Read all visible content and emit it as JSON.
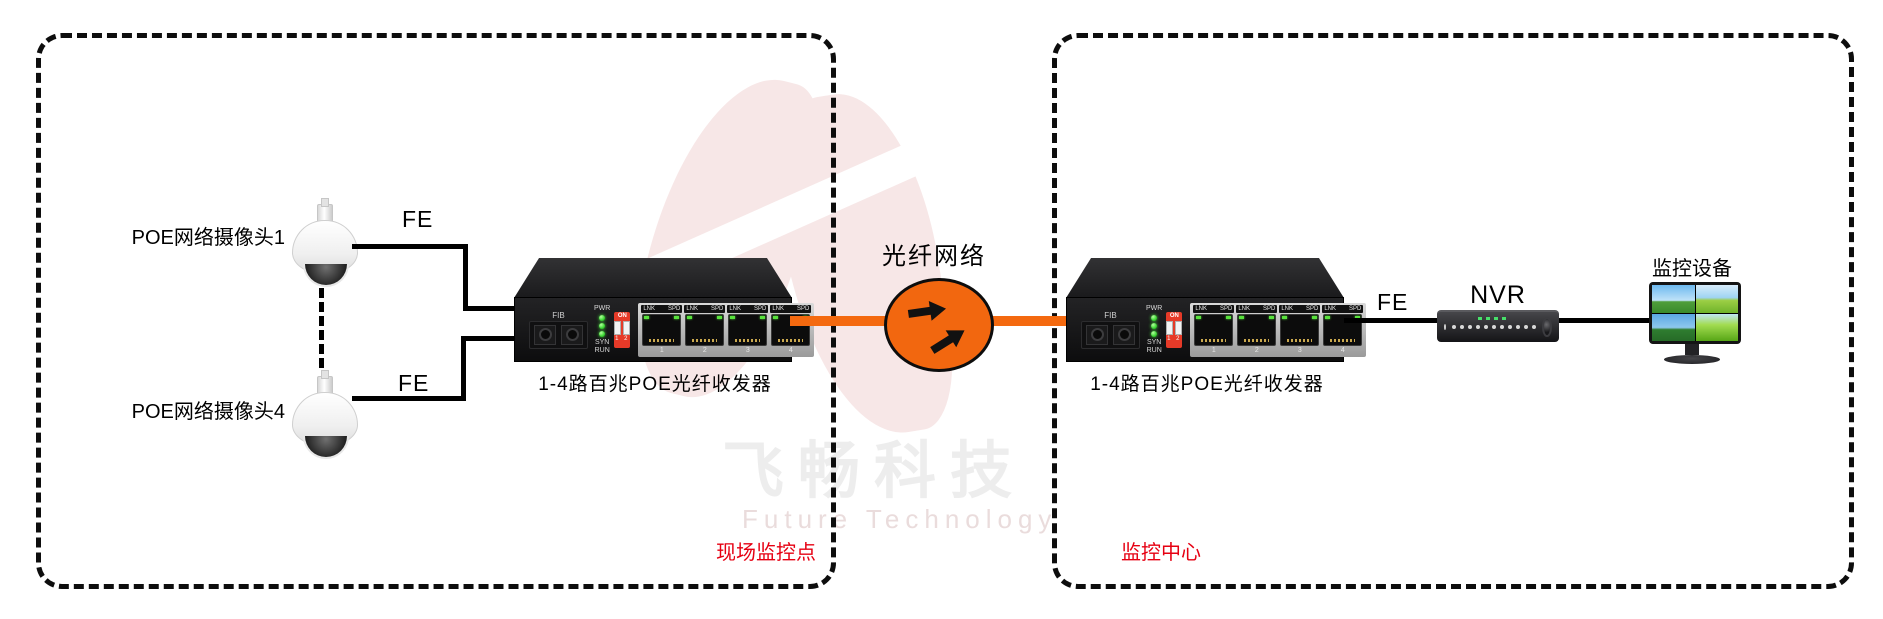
{
  "colors": {
    "fiber_orange": "#f4690f",
    "zone_label_red": "#e60012",
    "led_green": "#39d531",
    "dip_red": "#e63a28",
    "watermark_pink": "#f7e7e7"
  },
  "left_zone": {
    "label": "现场监控点",
    "cameras": [
      {
        "label": "POE网络摄像头1"
      },
      {
        "label": "POE网络摄像头4"
      }
    ],
    "fe_labels": [
      "FE",
      "FE"
    ]
  },
  "right_zone": {
    "label": "监控中心",
    "fe_label": "FE",
    "nvr_label": "NVR",
    "monitor_label": "监控设备"
  },
  "transceiver": {
    "label": "1-4路百兆POE光纤收发器",
    "panel": {
      "fib": "FIB",
      "pwr": "PWR",
      "syn": "SYN",
      "run": "RUN",
      "dip_on": "ON",
      "dip_scale": "1 2",
      "port_lnk": "LNK",
      "port_spd": "SPD",
      "port_numbers": [
        "1",
        "2",
        "3",
        "4"
      ]
    }
  },
  "fiber_network": {
    "label": "光纤网络"
  },
  "watermark": {
    "cn": "飞畅科技",
    "en": "Future Technology"
  }
}
